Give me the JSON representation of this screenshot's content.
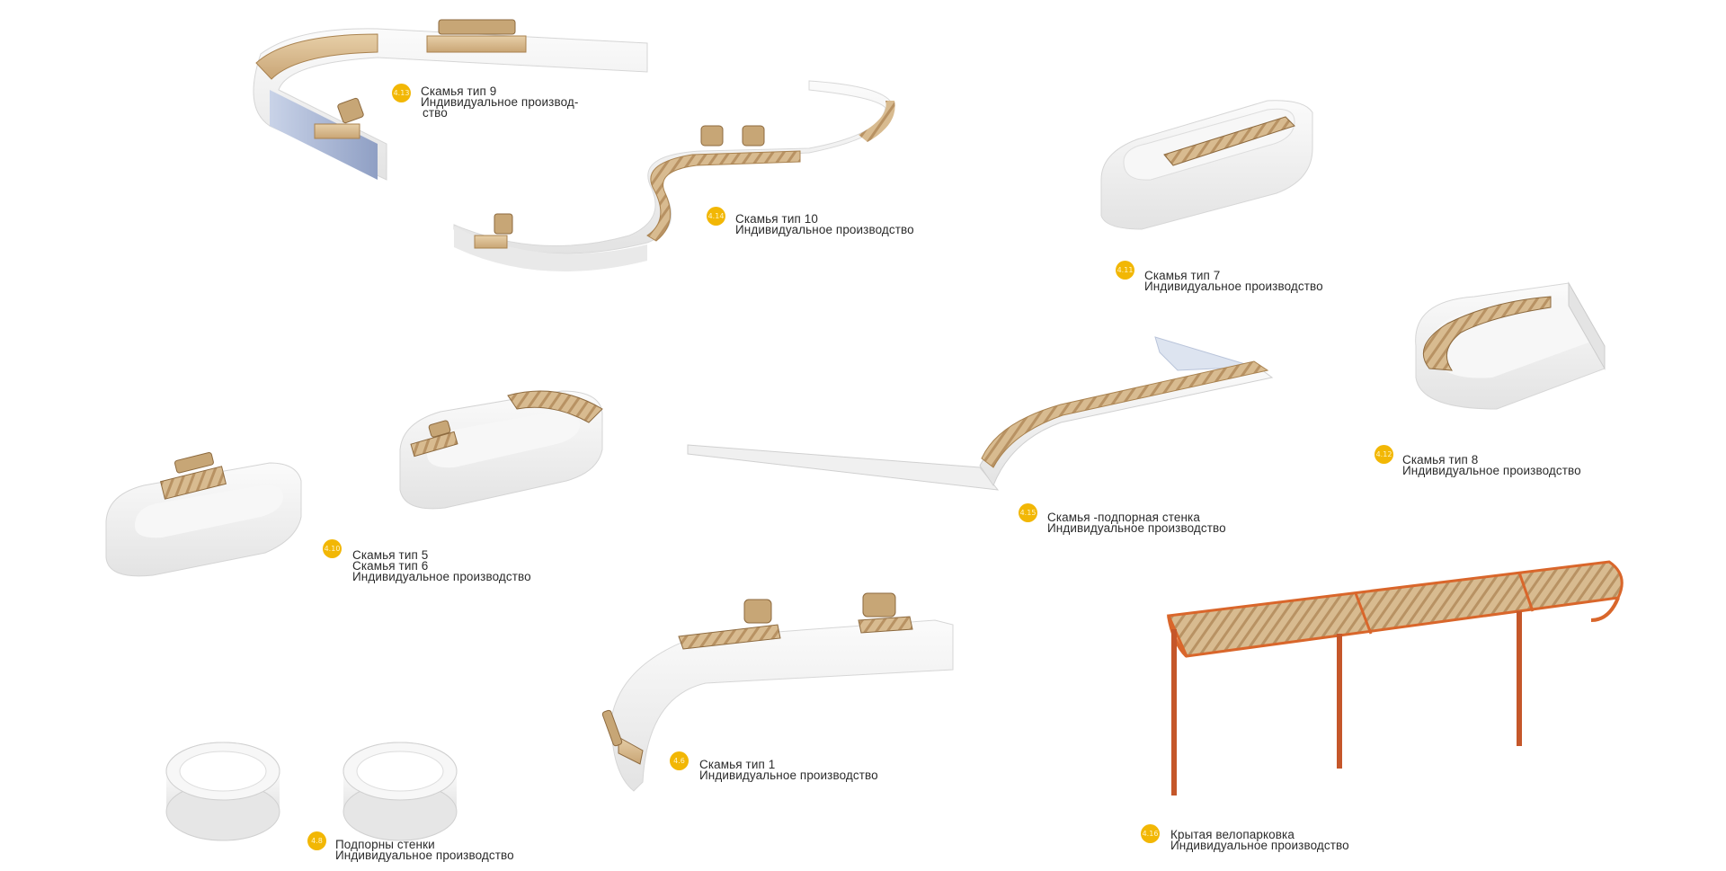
{
  "items": [
    {
      "id": "bench-9",
      "number": "4.13",
      "lines": [
        "Скамья тип 9",
        "Индивидуальное производ-",
        "ство"
      ]
    },
    {
      "id": "bench-10",
      "number": "4.14",
      "lines": [
        "Скамья тип 10",
        "Индивидуальное производство"
      ]
    },
    {
      "id": "bench-7",
      "number": "4.11",
      "lines": [
        "Скамья тип 7",
        "Индивидуальное производство"
      ]
    },
    {
      "id": "bench-8",
      "number": "4.12",
      "lines": [
        "Скамья тип 8",
        "Индивидуальное производство"
      ]
    },
    {
      "id": "bench-retaining",
      "number": "4.15",
      "lines": [
        "Скамья -подпорная стенка",
        "Индивидуальное производство"
      ]
    },
    {
      "id": "bench-5-6",
      "number": "4.10",
      "lines": [
        "Скамья тип 5",
        "Скамья тип 6",
        "Индивидуальное производство"
      ]
    },
    {
      "id": "bench-1",
      "number": "4.6",
      "lines": [
        "Скамья тип 1",
        "Индивидуальное производство"
      ]
    },
    {
      "id": "retaining-walls",
      "number": "4.8",
      "lines": [
        "Подпорны стенки",
        "Индивидуальное производство"
      ]
    },
    {
      "id": "bike-parking",
      "number": "4.16",
      "lines": [
        "Крытая велопарковка",
        "Индивидуальное производство"
      ]
    }
  ],
  "colors": {
    "badge": "#f2b705",
    "concrete": "#f4f4f4",
    "concrete_shade": "#e2e2e2",
    "wood": "#d9b98c",
    "wood_dark": "#a9824f",
    "steel": "#d9662b"
  }
}
